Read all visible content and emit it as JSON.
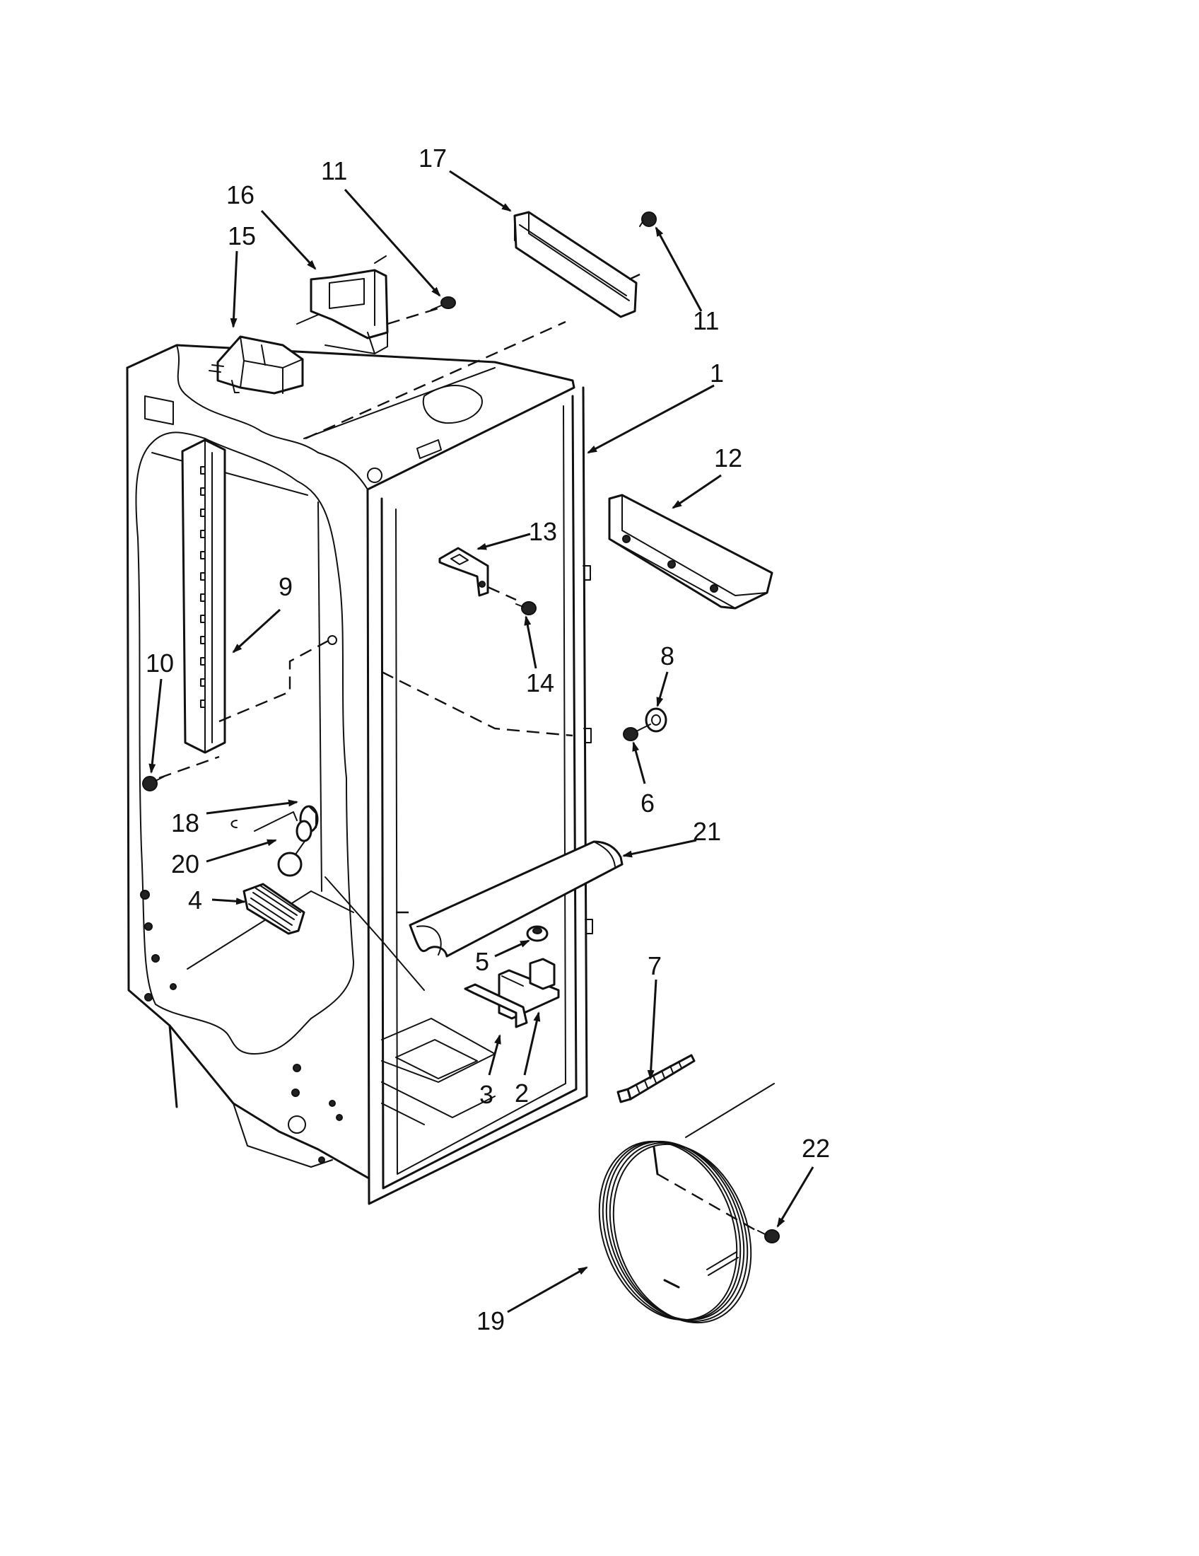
{
  "callouts": {
    "c1": "1",
    "c2": "2",
    "c3": "3",
    "c4": "4",
    "c5": "5",
    "c6": "6",
    "c7": "7",
    "c8": "8",
    "c9": "9",
    "c10": "10",
    "c11a": "11",
    "c11b": "11",
    "c12": "12",
    "c13": "13",
    "c14": "14",
    "c15": "15",
    "c16": "16",
    "c17": "17",
    "c18": "18",
    "c19": "19",
    "c20": "20",
    "c21": "21",
    "c22": "22"
  }
}
